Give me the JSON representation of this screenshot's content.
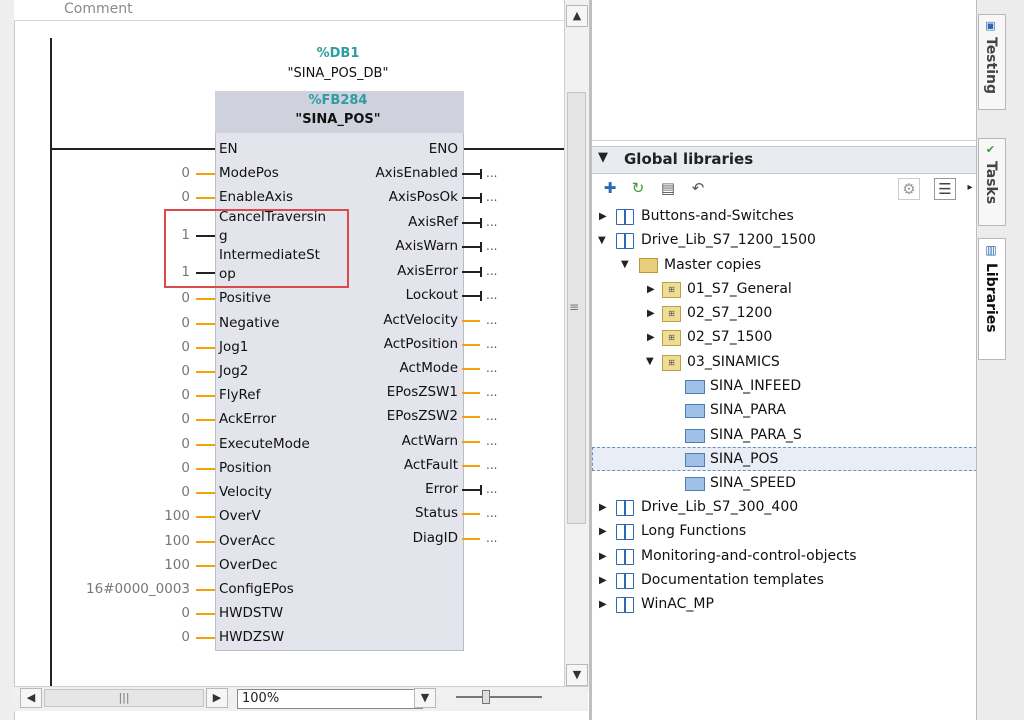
{
  "editor": {
    "comment_placeholder": "Comment",
    "db_address": "%DB1",
    "db_name": "\"SINA_POS_DB\"",
    "fb_address": "%FB284",
    "fb_name": "\"SINA_POS\"",
    "inputs": [
      {
        "name": "EN",
        "value": ""
      },
      {
        "name": "ModePos",
        "value": "0"
      },
      {
        "name": "EnableAxis",
        "value": "0"
      },
      {
        "name": "CancelTraversin\ng",
        "value": "1"
      },
      {
        "name": "IntermediateSt\nop",
        "value": "1"
      },
      {
        "name": "Positive",
        "value": "0"
      },
      {
        "name": "Negative",
        "value": "0"
      },
      {
        "name": "Jog1",
        "value": "0"
      },
      {
        "name": "Jog2",
        "value": "0"
      },
      {
        "name": "FlyRef",
        "value": "0"
      },
      {
        "name": "AckError",
        "value": "0"
      },
      {
        "name": "ExecuteMode",
        "value": "0"
      },
      {
        "name": "Position",
        "value": "0"
      },
      {
        "name": "Velocity",
        "value": "0"
      },
      {
        "name": "OverV",
        "value": "100"
      },
      {
        "name": "OverAcc",
        "value": "100"
      },
      {
        "name": "OverDec",
        "value": "100"
      },
      {
        "name": "ConfigEPos",
        "value": "16#0000_0003"
      },
      {
        "name": "HWDSTW",
        "value": "0"
      },
      {
        "name": "HWDZSW",
        "value": "0"
      }
    ],
    "outputs": [
      {
        "name": "ENO",
        "out": "..."
      },
      {
        "name": "AxisEnabled",
        "out": "..."
      },
      {
        "name": "AxisPosOk",
        "out": "..."
      },
      {
        "name": "AxisRef",
        "out": "..."
      },
      {
        "name": "AxisWarn",
        "out": "..."
      },
      {
        "name": "AxisError",
        "out": "..."
      },
      {
        "name": "Lockout",
        "out": "..."
      },
      {
        "name": "ActVelocity",
        "out": "..."
      },
      {
        "name": "ActPosition",
        "out": "..."
      },
      {
        "name": "ActMode",
        "out": "..."
      },
      {
        "name": "EPosZSW1",
        "out": "..."
      },
      {
        "name": "EPosZSW2",
        "out": "..."
      },
      {
        "name": "ActWarn",
        "out": "..."
      },
      {
        "name": "ActFault",
        "out": "..."
      },
      {
        "name": "Error",
        "out": "..."
      },
      {
        "name": "Status",
        "out": "..."
      },
      {
        "name": "DiagID",
        "out": "..."
      }
    ],
    "zoom_value": "100%"
  },
  "libraries": {
    "title": "Global libraries",
    "tree": [
      {
        "label": "Buttons-and-Switches"
      },
      {
        "label": "Drive_Lib_S7_1200_1500"
      },
      {
        "label": "Master copies"
      },
      {
        "label": "01_S7_General"
      },
      {
        "label": "02_S7_1200"
      },
      {
        "label": "02_S7_1500"
      },
      {
        "label": "03_SINAMICS"
      },
      {
        "label": "SINA_INFEED"
      },
      {
        "label": "SINA_PARA"
      },
      {
        "label": "SINA_PARA_S"
      },
      {
        "label": "SINA_POS"
      },
      {
        "label": "SINA_SPEED"
      },
      {
        "label": "Drive_Lib_S7_300_400"
      },
      {
        "label": "Long Functions"
      },
      {
        "label": "Monitoring-and-control-objects"
      },
      {
        "label": "Documentation templates"
      },
      {
        "label": "WinAC_MP"
      }
    ]
  },
  "side_tabs": {
    "testing": "Testing",
    "tasks": "Tasks",
    "libraries": "Libraries"
  },
  "colors": {
    "teal": "#2c9da0",
    "wire": "#f2a20b",
    "highlight": "#d94b4b",
    "selection": "#e9eef6"
  }
}
